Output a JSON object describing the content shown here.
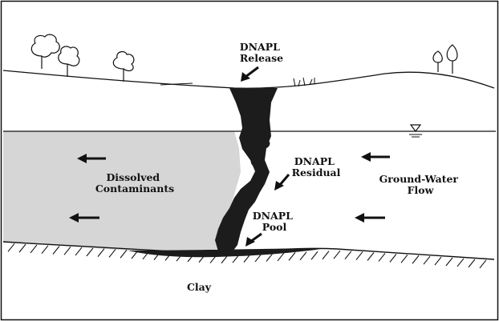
{
  "labels": {
    "dnapl_release": [
      "DNAPL",
      "Release"
    ],
    "dnapl_residual": [
      "DNAPL",
      "Residual"
    ],
    "dnapl_pool": [
      "DNAPL",
      "Pool"
    ],
    "dissolved": [
      "Dissolved",
      "Contaminants"
    ],
    "groundwater": [
      "Ground-Water",
      "Flow"
    ],
    "clay": "Clay"
  },
  "colors": {
    "dissolved_plume": "#d6d6d6",
    "dnapl": "#1c1c1c",
    "line": "#111111"
  }
}
